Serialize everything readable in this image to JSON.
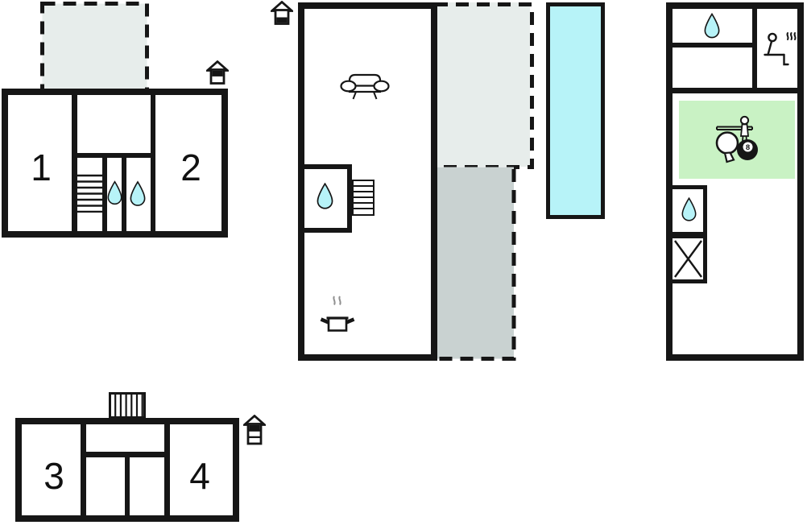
{
  "figure_type": "holiday-home floor plan",
  "rooms": {
    "r1": "1",
    "r2": "2",
    "r3": "3",
    "r4": "4"
  },
  "billiard_ball_number": "8",
  "colors": {
    "wall": "#161616",
    "terrace_light": "#e7edeb",
    "terrace_dark": "#c9d2d1",
    "water": "#b7f3f8",
    "games_room": "#c9f2c4",
    "steam": "#909090"
  },
  "icons": {
    "top_left_building": "house-floor-indicator-upper-of-two",
    "middle_building": "house-floor-indicator-lower-of-two",
    "bottom_building": "house-floor-indicator-top-of-three",
    "bathroom_marker": "water-drop",
    "living_room": "sofa",
    "kitchen": "cooking-pot-with-steam",
    "sauna": "sauna-person-with-steam",
    "games_room": [
      "table-tennis-paddle",
      "foosball-player",
      "billiard-8-ball"
    ],
    "storage_room": "x-cross",
    "stairs": "staircase"
  }
}
